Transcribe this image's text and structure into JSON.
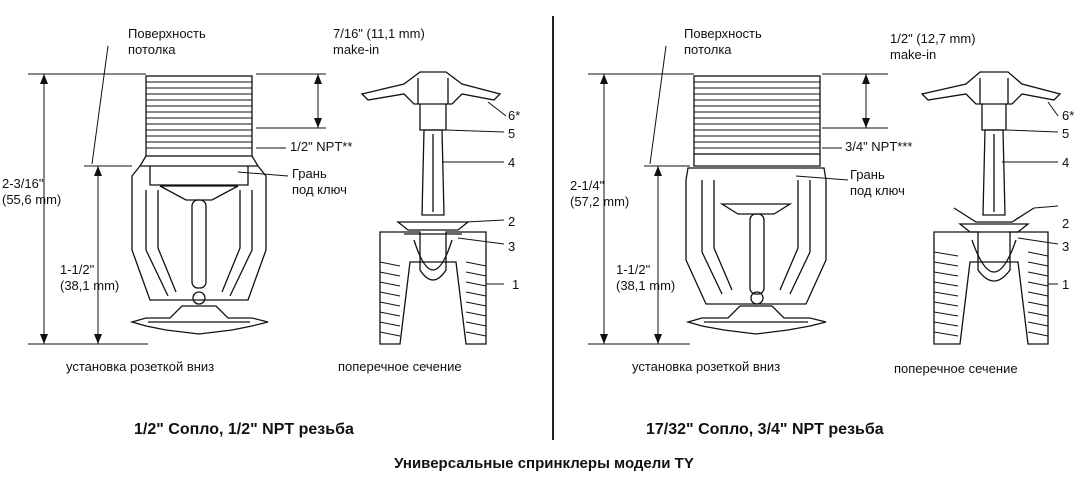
{
  "title": "Универсальные спринклеры модели TY",
  "left": {
    "subtitle": "1/2\" Сопло, 1/2\" NPT резьба",
    "ceiling_label": [
      "Поверхность",
      "потолка"
    ],
    "makein_label": [
      "7/16\" (11,1 mm)",
      "make-in"
    ],
    "thread_label": "1/2\" NPT**",
    "wrench_label": [
      "Грань",
      "под ключ"
    ],
    "overall_dim": [
      "2-3/16\"",
      "(55,6 mm)"
    ],
    "lower_dim": [
      "1-1/2\"",
      "(38,1 mm)"
    ],
    "view_caption": "установка  розеткой вниз",
    "section_caption": "поперечное сечение",
    "callouts": [
      "6*",
      "5",
      "4",
      "2",
      "3",
      "1"
    ]
  },
  "right": {
    "subtitle": "17/32\" Сопло, 3/4\" NPT резьба",
    "ceiling_label": [
      "Поверхность",
      "потолка"
    ],
    "makein_label": [
      "1/2\" (12,7 mm)",
      "make-in"
    ],
    "thread_label": "3/4\" NPT***",
    "wrench_label": [
      "Грань",
      "под ключ"
    ],
    "overall_dim": [
      "2-1/4\"",
      "(57,2 mm)"
    ],
    "lower_dim": [
      "1-1/2\"",
      "(38,1 mm)"
    ],
    "view_caption": "установка  розеткой  вниз",
    "section_caption": "поперечное сечение",
    "callouts": [
      "6*",
      "5",
      "4",
      "2",
      "3",
      "1"
    ]
  }
}
